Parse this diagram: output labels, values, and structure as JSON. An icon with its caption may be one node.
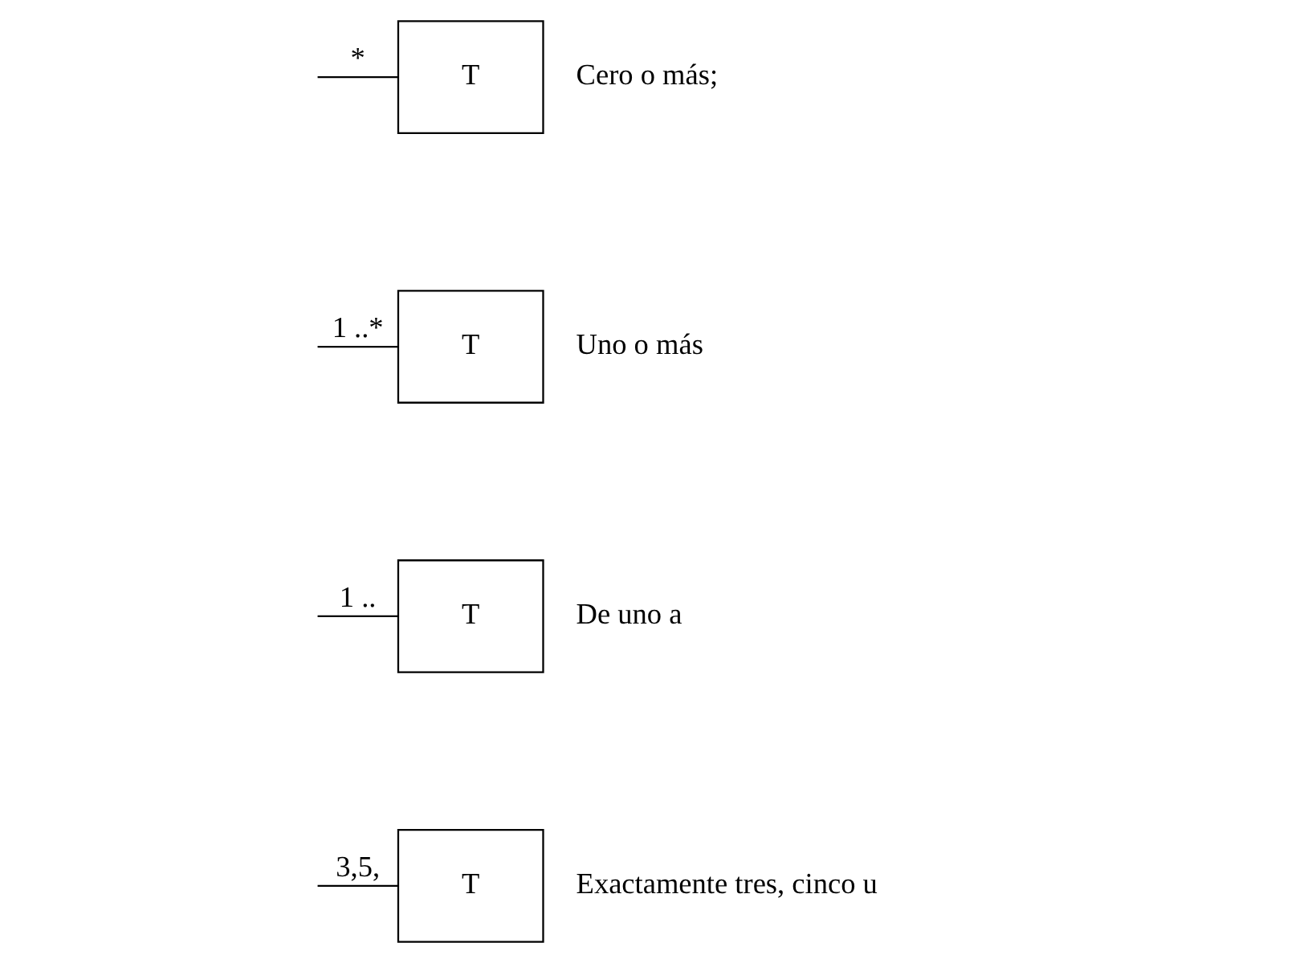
{
  "diagram": {
    "nodes": [
      {
        "text": [
          "T"
        ],
        "beside": [
          "Cero o más;"
        ]
      },
      {
        "text": [
          "T"
        ],
        "beside": [
          "Uno o más"
        ]
      },
      {
        "text": [
          "T"
        ],
        "beside": [
          "De uno a"
        ]
      },
      {
        "text": [
          "T"
        ],
        "beside": [
          "Exactamente tres, cinco u"
        ]
      }
    ],
    "edges": [
      {
        "from": null,
        "to": 0,
        "arrow": "none",
        "label": "*"
      },
      {
        "from": null,
        "to": 1,
        "arrow": "none",
        "label": "1 ..*"
      },
      {
        "from": null,
        "to": 2,
        "arrow": "none",
        "label": "1 .."
      },
      {
        "from": null,
        "to": 3,
        "arrow": "none",
        "label": "3,5,"
      }
    ]
  }
}
